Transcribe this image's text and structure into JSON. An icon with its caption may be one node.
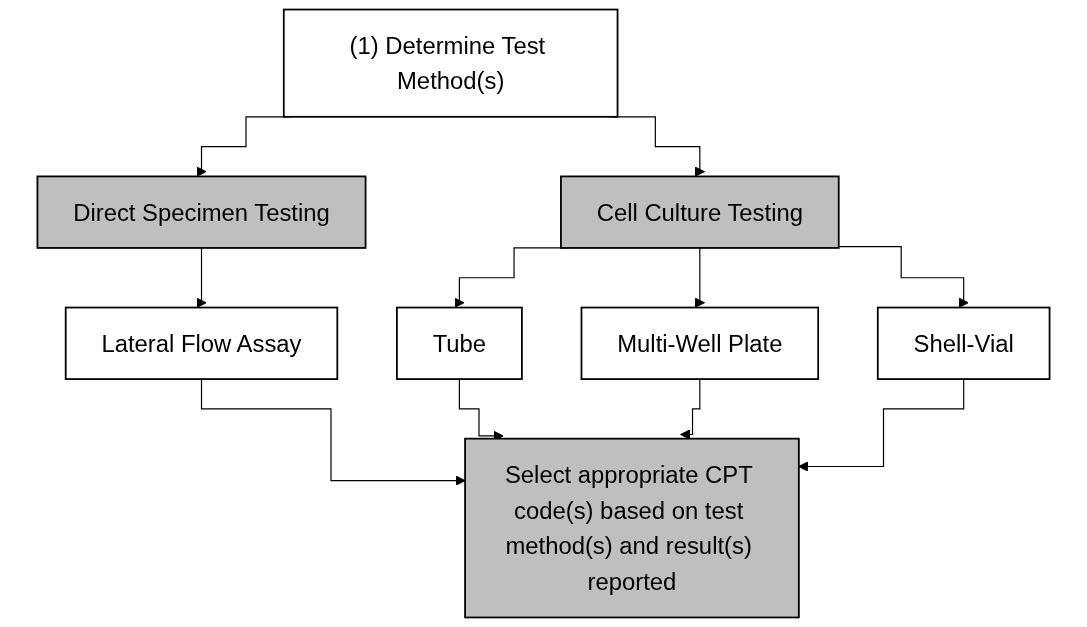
{
  "diagram": {
    "nodes": [
      {
        "text": [
          "(1) Determine Test Method(s)"
        ]
      },
      {
        "text": [
          "Direct Specimen Testing"
        ]
      },
      {
        "text": [
          "Cell Culture Testing"
        ]
      },
      {
        "text": [
          "Lateral Flow Assay"
        ]
      },
      {
        "text": [
          "Tube"
        ]
      },
      {
        "text": [
          "Multi-Well Plate"
        ]
      },
      {
        "text": [
          "Shell-Vial"
        ]
      },
      {
        "text": [
          "Select appropriate CPT code(s) based on test method(s) and result(s) reported"
        ]
      }
    ],
    "edges": [
      {
        "from": 0,
        "to": 1,
        "arrow": "to"
      },
      {
        "from": 0,
        "to": 2,
        "arrow": "to"
      },
      {
        "from": 1,
        "to": 3,
        "arrow": "to"
      },
      {
        "from": 2,
        "to": 4,
        "arrow": "to"
      },
      {
        "from": 2,
        "to": 5,
        "arrow": "to"
      },
      {
        "from": 2,
        "to": 6,
        "arrow": "to"
      },
      {
        "from": 3,
        "to": 7,
        "arrow": "to"
      },
      {
        "from": 4,
        "to": 7,
        "arrow": "to"
      },
      {
        "from": 5,
        "to": 7,
        "arrow": "to"
      },
      {
        "from": 6,
        "to": 7,
        "arrow": "to"
      }
    ]
  }
}
